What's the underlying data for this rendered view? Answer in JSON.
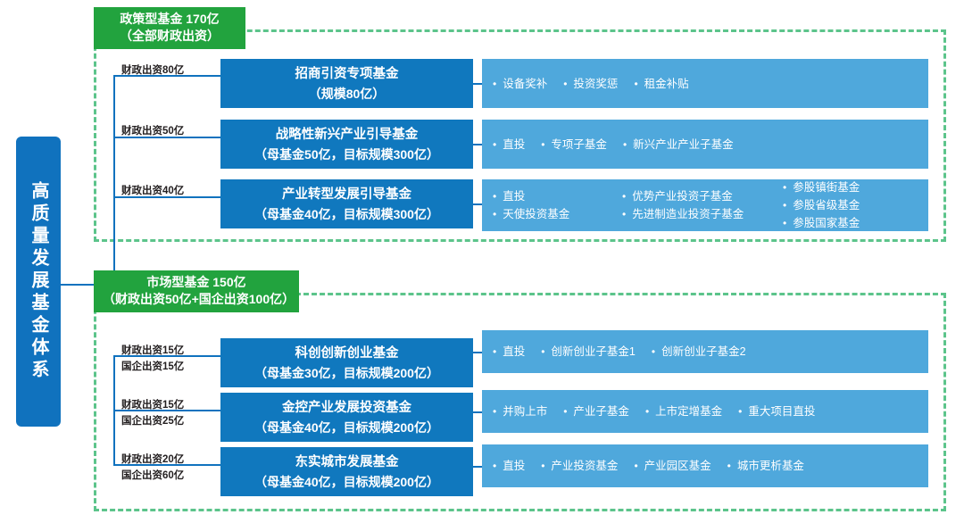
{
  "sidebar": {
    "label": "高质量发展基金体系"
  },
  "categories": [
    {
      "name": "policy",
      "title": "政策型基金  170亿",
      "subtitle": "（全部财政出资）"
    },
    {
      "name": "market",
      "title": "市场型基金  150亿",
      "subtitle": "（财政出资50亿+国企出资100亿）"
    }
  ],
  "policy_funds": [
    {
      "contrib": [
        "财政出资80亿"
      ],
      "title": "招商引资专项基金",
      "subtitle": "（规模80亿）",
      "details_layout": "inline",
      "details": [
        "设备奖补",
        "投资奖惩",
        "租金补贴"
      ]
    },
    {
      "contrib": [
        "财政出资50亿"
      ],
      "title": "战略性新兴产业引导基金",
      "subtitle": "（母基金50亿，目标规模300亿）",
      "details_layout": "inline",
      "details": [
        "直投",
        "专项子基金",
        "新兴产业产业子基金"
      ]
    },
    {
      "contrib": [
        "财政出资40亿"
      ],
      "title": "产业转型发展引导基金",
      "subtitle": "（母基金40亿，目标规模300亿）",
      "details_layout": "columns",
      "detail_columns": [
        [
          "直投",
          "天使投资基金"
        ],
        [
          "优势产业投资子基金",
          "先进制造业投资子基金"
        ],
        [
          "参股镇街基金",
          "参股省级基金",
          "参股国家基金"
        ]
      ]
    }
  ],
  "market_funds": [
    {
      "contrib": [
        "财政出资15亿",
        "国企出资15亿"
      ],
      "title": "科创创新创业基金",
      "subtitle": "（母基金30亿，目标规模200亿）",
      "details_layout": "inline",
      "details": [
        "直投",
        "创新创业子基金1",
        "创新创业子基金2"
      ]
    },
    {
      "contrib": [
        "财政出资15亿",
        "国企出资25亿"
      ],
      "title": "金控产业发展投资基金",
      "subtitle": "（母基金40亿，目标规模200亿）",
      "details_layout": "inline",
      "details": [
        "并购上市",
        "产业子基金",
        "上市定增基金",
        "重大项目直投"
      ]
    },
    {
      "contrib": [
        "财政出资20亿",
        "国企出资60亿"
      ],
      "title": "东实城市发展基金",
      "subtitle": "（母基金40亿，目标规模200亿）",
      "details_layout": "inline",
      "details": [
        "直投",
        "产业投资基金",
        "产业园区基金",
        "城市更析基金"
      ]
    }
  ],
  "colors": {
    "category_green": "#22A33E",
    "frame_green": "#5CC48B",
    "fund_blue": "#1078BE",
    "detail_blue": "#4FA8DC",
    "sidebar_blue": "#1072BE",
    "connector_blue": "#1072BE",
    "text_dark": "#231F20"
  },
  "bullet_glyph": "•"
}
